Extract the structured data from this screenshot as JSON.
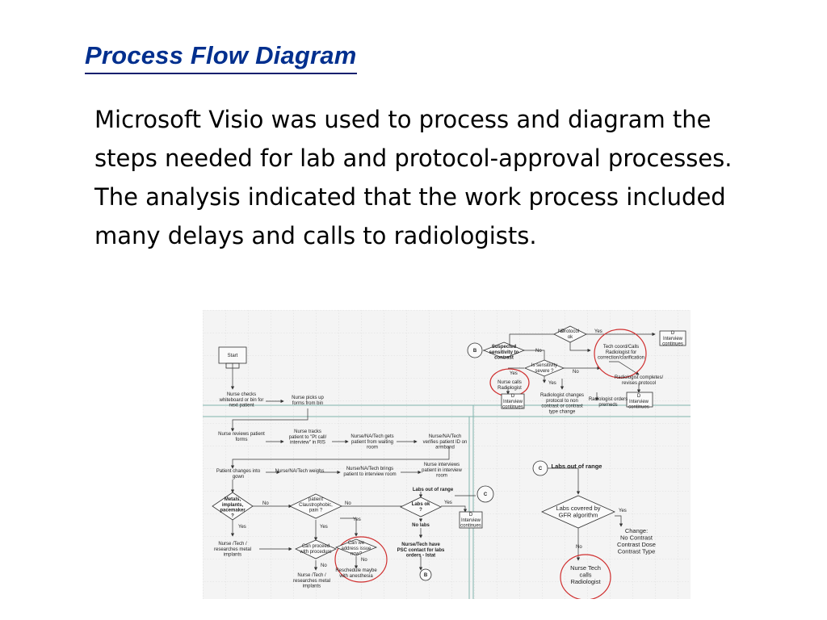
{
  "slide": {
    "title": "Process Flow Diagram",
    "body": "Microsoft Visio was used to process and diagram the steps needed for lab and protocol-approval processes. The analysis indicated that the work process included many delays and calls to radiologists."
  },
  "diagram": {
    "nodes": {
      "start": [
        "Start"
      ],
      "checks": [
        "Nurse checks",
        "whiteboard or bin for",
        "next patient"
      ],
      "picks": [
        "Nurse picks up",
        "forms from bin"
      ],
      "reviews": [
        "Nurse reviews patient",
        "forms"
      ],
      "tracks": [
        "Nurse tracks",
        "patient to \"Pt call/",
        "interview\" in RIS"
      ],
      "gets": [
        "Nurse/NA/Tech gets",
        "patient from waiting",
        "room"
      ],
      "verifies": [
        "Nurse/NA/Tech",
        "verifies patient ID on",
        "armband"
      ],
      "gown": [
        "Patient changes into",
        "gown"
      ],
      "weighs": [
        "Nurse/NA/Tech weighs"
      ],
      "brings": [
        "Nurse/NA/Tech brings",
        "patient to interview room"
      ],
      "interviews": [
        "Nurse interviews",
        "patient in interview",
        "room"
      ],
      "metals": [
        "Metals,",
        "implants,",
        "pacemaker",
        "?"
      ],
      "claustro": [
        "patient",
        "Claustrophobic,",
        "pain ?"
      ],
      "researches": [
        "Nurse  /Tech /",
        "researches metal",
        "implants"
      ],
      "proceed": [
        "Can proceed",
        "with procedure"
      ],
      "address": [
        "Can we",
        "address issue",
        "now?"
      ],
      "reschedule": [
        "Reschedule maybe",
        "with anesthesia"
      ],
      "researches2": [
        "Nurse /Tech /",
        "researches metal",
        "implants"
      ],
      "labs_range_small": [
        "Labs out of range"
      ],
      "labs_ok": [
        "Labs ok",
        "?"
      ],
      "no_labs": [
        "No labs"
      ],
      "psc": [
        "Nurse/Tech have",
        "PSC contact for labs",
        "orders - Istat"
      ],
      "interview_d1": [
        "D",
        "Interview",
        "continues"
      ],
      "suspected": [
        "Suspected",
        "sensitivity to",
        "contrast"
      ],
      "protocol_ok": [
        "Protocol",
        "ok"
      ],
      "interview_d2": [
        "D",
        "Interview",
        "continues"
      ],
      "tech_coord": [
        "Tech coord/Calls",
        "Radiologist for",
        "correction/clarification"
      ],
      "sens_severe": [
        "Is sensitivity",
        "severe ?"
      ],
      "nurse_calls": [
        "Nurse calls",
        "Radiologist"
      ],
      "rad_completes": [
        "Radiologist completes/",
        "revises protocol"
      ],
      "interview_d3": [
        "D",
        "Interview",
        "continues"
      ],
      "rad_changes": [
        "Radiologist changes",
        "protocol to non",
        "contrast or contrast",
        "type change"
      ],
      "rad_orders": [
        "Radiologist orders",
        "premeds"
      ],
      "interview_d4": [
        "D",
        "Interview",
        "continues"
      ],
      "labs_range_big": [
        "Labs out of range"
      ],
      "gfr": [
        "Labs covered by",
        "GFR algorithm"
      ],
      "change": [
        "Change:",
        "No Contrast",
        "Contrast Dose",
        "Contrast Type"
      ],
      "nurse_tech_calls": [
        "Nurse Tech",
        "calls",
        "Radiologist"
      ]
    },
    "connectors": {
      "b1": "B",
      "b2": "B",
      "c1": "C",
      "c2": "C"
    },
    "labels": {
      "no": "No",
      "yes": "Yes"
    }
  }
}
